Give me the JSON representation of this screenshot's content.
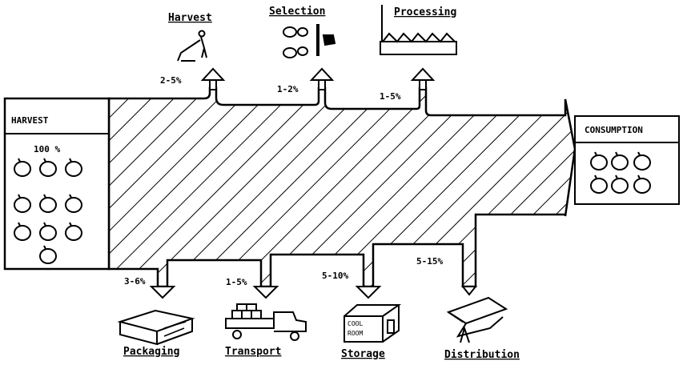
{
  "title": "Post-harvest losses flow diagram",
  "colors": {
    "ink": "#000000",
    "paper": "#ffffff"
  },
  "source": {
    "title": "HARVEST",
    "percent": "100 %",
    "icon": "fruit-icon",
    "fruit_count": 10
  },
  "destination": {
    "title": "CONSUMPTION",
    "icon": "fruit-icon",
    "fruit_count": 6
  },
  "upper_losses": [
    {
      "stage": "Harvest",
      "loss": "2-5%",
      "icon": "harvester-person-icon"
    },
    {
      "stage": "Selection",
      "loss": "1-2%",
      "icon": "sorting-icon"
    },
    {
      "stage": "Processing",
      "loss": "1-5%",
      "icon": "factory-icon"
    }
  ],
  "lower_losses": [
    {
      "stage": "Packaging",
      "loss": "3-6%",
      "icon": "crate-icon"
    },
    {
      "stage": "Transport",
      "loss": "1-5%",
      "icon": "truck-icon"
    },
    {
      "stage": "Storage",
      "loss": "5-10%",
      "icon": "cold-room-icon",
      "icon_text": [
        "COOL",
        "ROOM"
      ]
    },
    {
      "stage": "Distribution",
      "loss": "5-15%",
      "icon": "market-stall-icon"
    }
  ]
}
